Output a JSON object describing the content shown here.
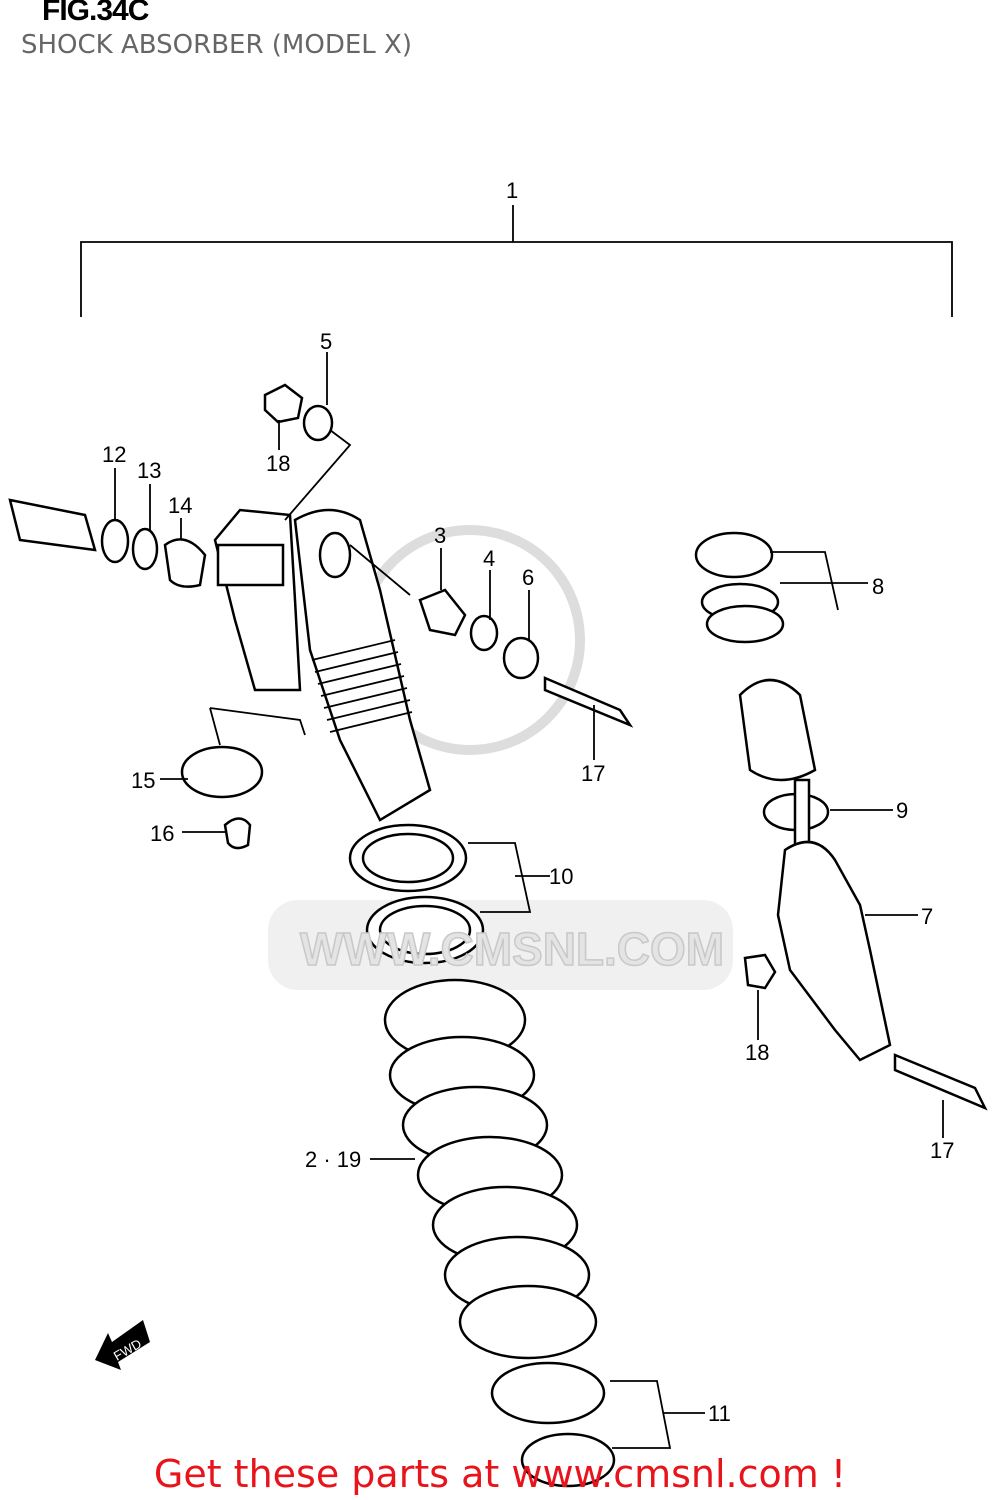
{
  "header": {
    "figure": "FIG.34C",
    "title": "SHOCK ABSORBER (MODEL X)"
  },
  "watermark": "WWW.CMSNL.COM",
  "direction_marker": "FWD",
  "callouts": [
    {
      "ref": "1"
    },
    {
      "ref": "5"
    },
    {
      "ref": "18"
    },
    {
      "ref": "12"
    },
    {
      "ref": "13"
    },
    {
      "ref": "14"
    },
    {
      "ref": "3"
    },
    {
      "ref": "4"
    },
    {
      "ref": "6"
    },
    {
      "ref": "8"
    },
    {
      "ref": "17"
    },
    {
      "ref": "9"
    },
    {
      "ref": "15"
    },
    {
      "ref": "16"
    },
    {
      "ref": "10"
    },
    {
      "ref": "7"
    },
    {
      "ref": "18"
    },
    {
      "ref": "17"
    },
    {
      "ref": "2 · 19"
    },
    {
      "ref": "11"
    }
  ],
  "footer": "Get these parts at www.cmsnl.com !",
  "colors": {
    "footer": "#e8141c",
    "subtitle": "#666666",
    "watermark": "#dddddd"
  }
}
